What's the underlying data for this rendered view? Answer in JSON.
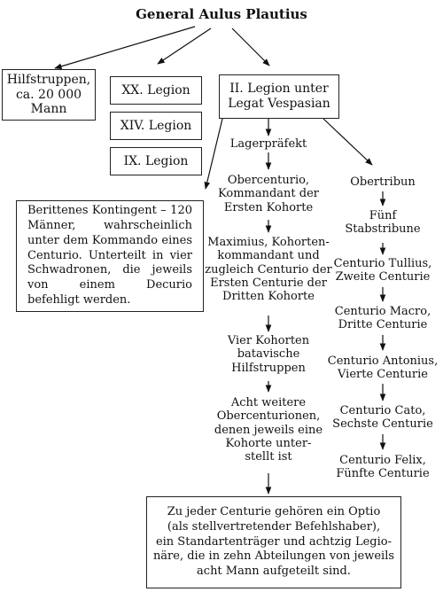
{
  "title": "General Aulus Plautius",
  "boxes": {
    "hilfstruppen": "Hilfstruppen,\nca. 20 000 Mann",
    "legion20": "XX. Legion",
    "legion14": "XIV. Legion",
    "legion9": "IX. Legion",
    "legion2": "II. Legion unter\nLegat Vespasian",
    "cavalry": "Berittenes Kontingent – 120 Männer, wahrscheinlich unter dem Kommando eines Centurio. Unterteilt in vier Schwadronen, die jeweils von einem Decurio befehligt werden.",
    "bottom": "Zu jeder Centurie gehören ein Optio\n(als stellvertretender Befehlshaber),\nein Standarten­träger und achtzig Legio-\nnäre, die in zehn Abteilungen von jeweils\nacht Mann aufgeteilt sind."
  },
  "left_column": [
    "Lagerpräfekt",
    "Obercenturio,\nKommandant der\nErsten Kohorte",
    "Maximius, Kohorten-\nkommandant und\nzugleich Centurio der\nErsten Centurie der\nDritten Kohorte",
    "Vier Kohorten\nbatavische\nHilfstruppen",
    "Acht weitere\nObercenturionen,\ndenen jeweils eine\nKohorte unter-\nstellt ist"
  ],
  "right_column": [
    "Obertribun",
    "Fünf\nStabstribune",
    "Centurio Tullius,\nZweite Centurie",
    "Centurio Macro,\nDritte Centurie",
    "Centurio Antonius,\nVierte Centurie",
    "Centurio Cato,\nSechste Centurie",
    "Centurio Felix,\nFünfte Centurie"
  ]
}
